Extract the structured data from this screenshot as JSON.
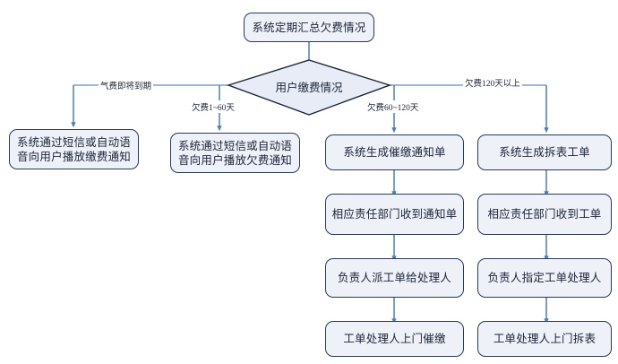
{
  "diagram": {
    "type": "flowchart",
    "title_node": {
      "id": "start",
      "label": "系统定期汇总欠费情况",
      "shape": "rounded-rect"
    },
    "decision": {
      "id": "decision",
      "label": "用户缴费情况",
      "shape": "diamond"
    },
    "branch_labels": [
      {
        "id": "branch-1",
        "label": "气费即将到期"
      },
      {
        "id": "branch-2",
        "label": "欠费1~60天"
      },
      {
        "id": "branch-3",
        "label": "欠费60~120天"
      },
      {
        "id": "branch-4",
        "label": "欠费120天以上"
      }
    ],
    "columns": [
      {
        "id": "col-1",
        "nodes": [
          {
            "id": "c1n1",
            "label": "系统通过短信或自动语音向用户播放缴费通知"
          }
        ]
      },
      {
        "id": "col-2",
        "nodes": [
          {
            "id": "c2n1",
            "label": "系统通过短信或自动语音向用户播放欠费通知"
          }
        ]
      },
      {
        "id": "col-3",
        "nodes": [
          {
            "id": "c3n1",
            "label": "系统生成催缴通知单"
          },
          {
            "id": "c3n2",
            "label": "相应责任部门收到通知单"
          },
          {
            "id": "c3n3",
            "label": "负责人派工单给处理人"
          },
          {
            "id": "c3n4",
            "label": "工单处理人上门催缴"
          }
        ]
      },
      {
        "id": "col-4",
        "nodes": [
          {
            "id": "c4n1",
            "label": "系统生成拆表工单"
          },
          {
            "id": "c4n2",
            "label": "相应责任部门收到工单"
          },
          {
            "id": "c4n3",
            "label": "负责人指定工单处理人"
          },
          {
            "id": "c4n4",
            "label": "工单处理人上门拆表"
          }
        ]
      }
    ],
    "colors": {
      "node_fill": "#eef1f8",
      "node_border": "#2b3a55",
      "connector": "#4a7ebb",
      "text": "#1b2436",
      "background": "#ffffff"
    }
  }
}
